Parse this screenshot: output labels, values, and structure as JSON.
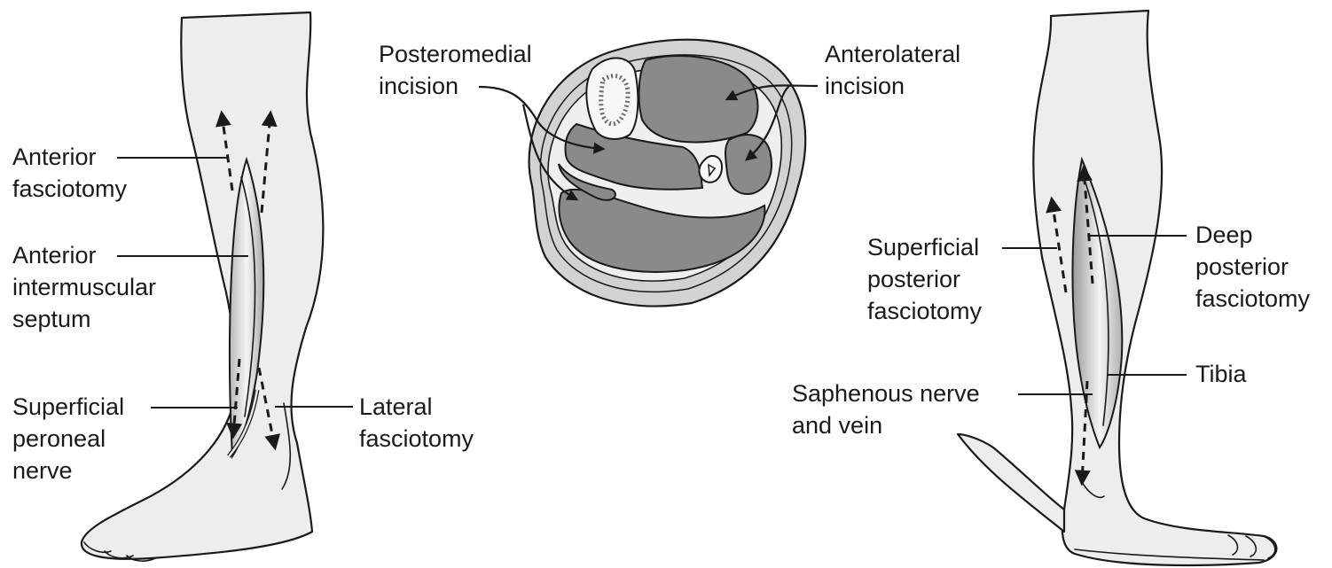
{
  "labels": {
    "anterior_fasciotomy": [
      "Anterior",
      "fasciotomy"
    ],
    "anterior_septum": [
      "Anterior",
      "intermuscular",
      "septum"
    ],
    "superficial_peroneal_nerve": [
      "Superficial",
      "peroneal",
      "nerve"
    ],
    "lateral_fasciotomy": [
      "Lateral",
      "fasciotomy"
    ],
    "posteromedial_incision": [
      "Posteromedial",
      "incision"
    ],
    "anterolateral_incision": [
      "Anterolateral",
      "incision"
    ],
    "superficial_posterior_fasciotomy": [
      "Superficial",
      "posterior",
      "fasciotomy"
    ],
    "deep_posterior_fasciotomy": [
      "Deep",
      "posterior",
      "fasciotomy"
    ],
    "saphenous_nerve_vein": [
      "Saphenous nerve",
      "and vein"
    ],
    "tibia": [
      "Tibia"
    ]
  },
  "colors": {
    "skin": "#ededed",
    "compartment": "#8a8a8a",
    "outline": "#1a1a1a"
  }
}
